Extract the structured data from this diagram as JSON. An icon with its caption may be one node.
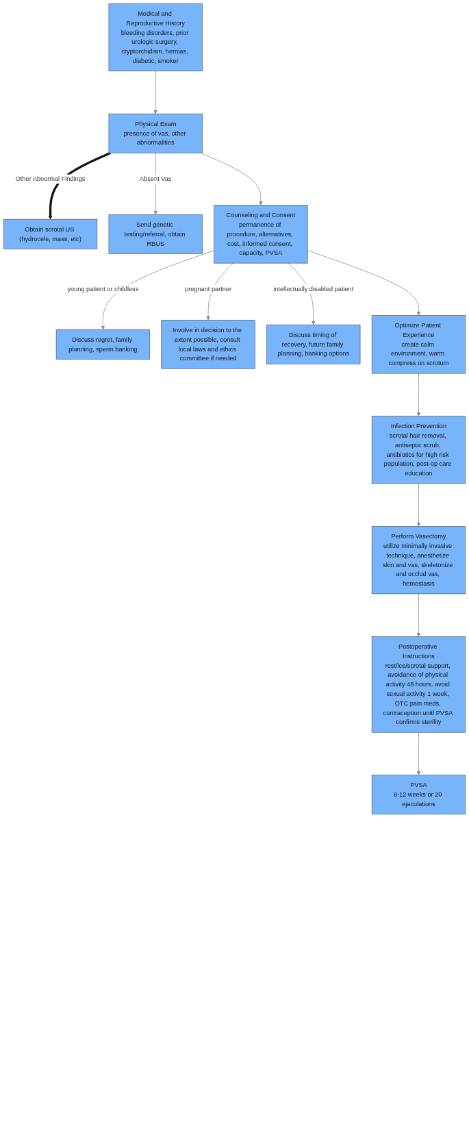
{
  "diagram": {
    "nodes": [
      {
        "text": [
          "Medical and Reproductive History",
          "bleeding disorders, prior urologic surgery, cryptorchidism, hernias, diabetic, smoker"
        ]
      },
      {
        "text": [
          "Obtain scrotal US (hydrocele, mass, etc)"
        ]
      },
      {
        "text": [
          "Physical Exam",
          "presence of vas, other abnormalities"
        ]
      },
      {
        "text": [
          "Send genetic testing/referral, obtain RBUS"
        ]
      },
      {
        "text": [
          "Discuss regret, family planning, sperm banking"
        ]
      },
      {
        "text": [
          "Involve in decision to the extent possible, consult local laws and ethics committee if needed"
        ]
      },
      {
        "text": [
          "Counseling and Consent",
          "permanence of procedure, alternatives, cost, informed consent, capacity, PVSA"
        ]
      },
      {
        "text": [
          "Discuss timing of recovery, future family planning, banking options"
        ]
      },
      {
        "text": [
          "Optimize Patient Experience",
          "create calm environment, warm compress on scrotum"
        ]
      },
      {
        "text": [
          "Infection Prevention",
          "scrotal hair removal, antiseptic scrub, antibiotics for high risk population, post-op care education"
        ]
      },
      {
        "text": [
          "Perform Vasectomy",
          "utilize minimally invasive technique, anesthetize skin and vas, skeletonize and occlud vas, hemostasis"
        ]
      },
      {
        "text": [
          "Postoperative Instructions",
          "rest/ice/scrotal support, avoidance of physical activity 48 hours, avoid sexual activity 1 week, OTC pain meds, contraception unitl PVSA confirms sterility"
        ]
      },
      {
        "text": [
          "PVSA",
          "8-12 weeks or 20 ejaculations"
        ]
      }
    ],
    "edges": [
      {
        "from": 0,
        "to": 2,
        "arrow": "to"
      },
      {
        "from": 2,
        "to": 1,
        "arrow": "to",
        "label": "Other Abnormal Findings",
        "style": "thick",
        "color": "#111111"
      },
      {
        "from": 2,
        "to": 3,
        "arrow": "to",
        "label": "Absent Vas"
      },
      {
        "from": 2,
        "to": 6,
        "arrow": "to"
      },
      {
        "from": 6,
        "to": 5,
        "arrow": "to",
        "label": "pregnant partner"
      },
      {
        "from": 6,
        "to": 4,
        "arrow": "to",
        "label": "young patient or childless"
      },
      {
        "from": 6,
        "to": 7,
        "arrow": "to",
        "label": "intellectually disabled patient"
      },
      {
        "from": 6,
        "to": 8,
        "arrow": "to"
      },
      {
        "from": 8,
        "to": 9,
        "arrow": "to"
      },
      {
        "from": 9,
        "to": 10,
        "arrow": "to"
      },
      {
        "from": 10,
        "to": 11,
        "arrow": "to"
      },
      {
        "from": 11,
        "to": 12,
        "arrow": "to"
      }
    ]
  }
}
